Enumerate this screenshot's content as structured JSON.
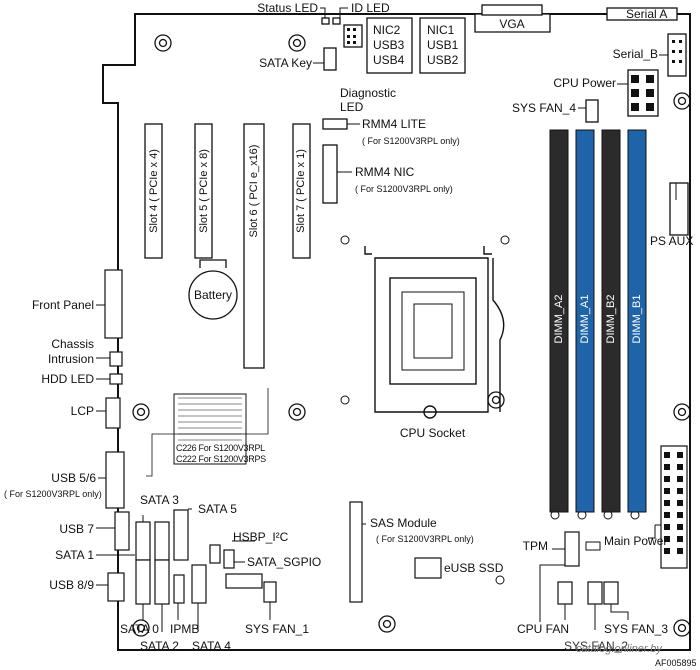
{
  "labels": {
    "status_led": "Status LED",
    "id_led": "ID LED",
    "vga": "VGA",
    "serial_a": "Serial A",
    "sata_key": "SATA Key",
    "nic2_lines": [
      "NIC2",
      "USB3",
      "USB4"
    ],
    "nic1_lines": [
      "NIC1",
      "USB1",
      "USB2"
    ],
    "serial_b": "Serial_B",
    "cpu_power": "CPU Power",
    "diagnostic_led": [
      "Diagnostic",
      "LED"
    ],
    "sys_fan_4": "SYS FAN_4",
    "rmm4_lite": "RMM4 LITE",
    "rmm4_lite_note": "( For S1200V3RPL only)",
    "rmm4_nic": "RMM4 NIC",
    "rmm4_nic_note": "( For S1200V3RPL only)",
    "ps_aux": "PS AUX",
    "slot4": "Slot 4 ( PCIe x 4)",
    "slot5": "Slot 5 ( PCIe x 8)",
    "slot6": "Slot 6 ( PCI e_x16)",
    "slot7": "Slot 7 ( PCIe x 1)",
    "battery": "Battery",
    "front_panel": "Front Panel",
    "chassis_intrusion": [
      "Chassis",
      "Intrusion"
    ],
    "hdd_led": "HDD LED",
    "lcp": "LCP",
    "dimm_a2": "DIMM_A2",
    "dimm_a1": "DIMM_A1",
    "dimm_b2": "DIMM_B2",
    "dimm_b1": "DIMM_B1",
    "cpu_socket": "CPU Socket",
    "chipset_line1": "C226 For S1200V3RPL",
    "chipset_line2": "C222 For S1200V3RPS",
    "usb56": "USB 5/6",
    "usb56_note": "( For S1200V3RPL only)",
    "usb7": "USB 7",
    "sata3": "SATA 3",
    "sata5": "SATA 5",
    "sata1": "SATA 1",
    "hsbp_i2c": "HSBP_I²C",
    "sata_sgpio": "SATA_SGPIO",
    "sas_module": "SAS Module",
    "sas_module_note": "( For S1200V3RPL only)",
    "esb_ssd": "eUSB SSD",
    "tpm": "TPM",
    "main_power": "Main Power",
    "usb89": "USB 8/9",
    "sata0": "SATA 0",
    "ipmb": "IPMB",
    "sys_fan_1": "SYS FAN_1",
    "sata2": "SATA 2",
    "sata4": "SATA 4",
    "cpu_fan": "CPU FAN",
    "sys_fan_3": "SYS FAN_3",
    "sys_fan_2": "SYS FAN_2",
    "figure_id": "AF005895",
    "watermark": "catalog.onliner.by"
  },
  "colors": {
    "dimm_a1": "#1f63a8",
    "dimm_b1": "#1f63a8",
    "dimm_a2": "#2b2b2b",
    "dimm_b2": "#2b2b2b",
    "line": "#111111"
  }
}
